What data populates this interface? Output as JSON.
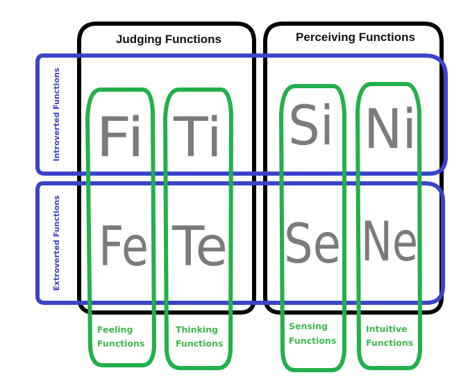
{
  "diagram": {
    "groups": [
      {
        "id": "judging",
        "title": "Judging Functions"
      },
      {
        "id": "perceiving",
        "title": "Perceiving Functions"
      }
    ],
    "rows": [
      {
        "id": "introverted",
        "label": "Introverted Functions"
      },
      {
        "id": "extroverted",
        "label": "Extroverted Functions"
      }
    ],
    "columns": [
      {
        "id": "feeling",
        "label_line1": "Feeling",
        "label_line2": "Functions",
        "group": "judging"
      },
      {
        "id": "thinking",
        "label_line1": "Thinking",
        "label_line2": "Functions",
        "group": "judging"
      },
      {
        "id": "sensing",
        "label_line1": "Sensing",
        "label_line2": "Functions",
        "group": "perceiving"
      },
      {
        "id": "intuitive",
        "label_line1": "Intuitive",
        "label_line2": "Functions",
        "group": "perceiving"
      }
    ],
    "cells": {
      "introverted": [
        "Fi",
        "Ti",
        "Si",
        "Ni"
      ],
      "extroverted": [
        "Fe",
        "Te",
        "Se",
        "Ne"
      ]
    },
    "colors": {
      "group_box": "#000000",
      "row_box": "#3a44c8",
      "column_box": "#22b04a",
      "letters": "#7b7b7b",
      "row_label": "#3a3fc4",
      "column_label": "#3dbb4a"
    }
  }
}
